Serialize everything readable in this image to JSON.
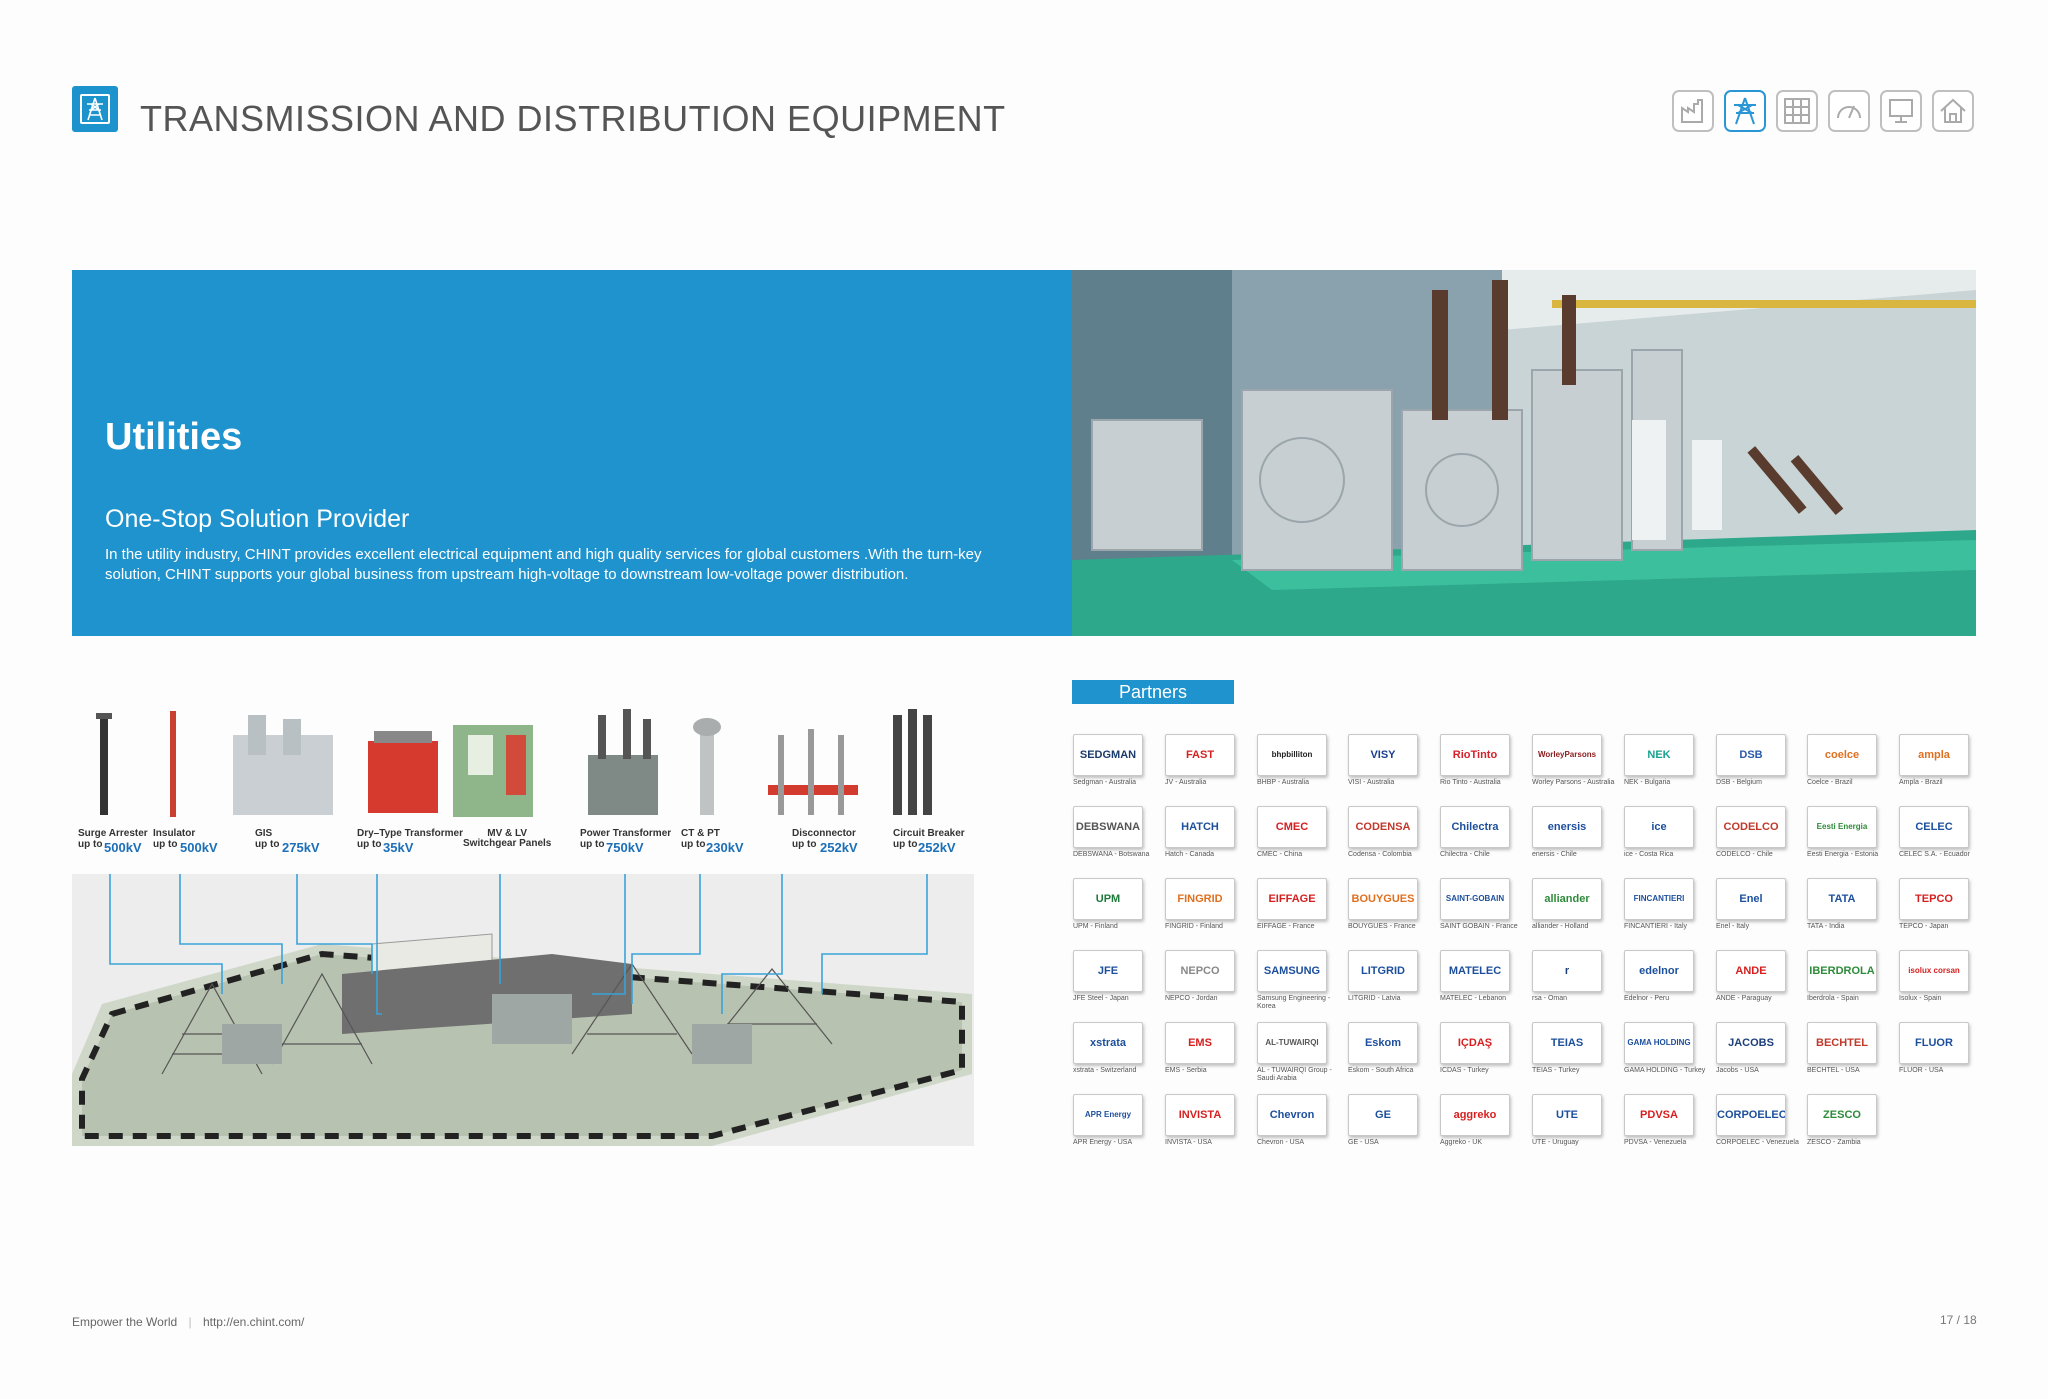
{
  "header": {
    "title": "TRANSMISSION AND DISTRIBUTION EQUIPMENT",
    "icon": "transmission-tower-icon",
    "nav_icons": [
      "factory-icon",
      "transmission-tower-icon",
      "grid-panel-icon",
      "gauge-icon",
      "monitor-icon",
      "home-icon"
    ],
    "accent_color": "#1e93cd"
  },
  "banner": {
    "title": "Utilities",
    "subtitle": "One-Stop Solution Provider",
    "description": "In the utility industry, CHINT provides excellent electrical equipment and high quality services for global customers .With the turn-key solution, CHINT supports your global business from upstream high-voltage to downstream low-voltage power distribution."
  },
  "equipment": [
    {
      "name": "Surge Arrester",
      "upto": "up to",
      "value": "500kV"
    },
    {
      "name": "Insulator",
      "upto": "up to",
      "value": "500kV"
    },
    {
      "name": "GIS",
      "upto": "up to",
      "value": "275kV"
    },
    {
      "name": "Dry–Type Transformer",
      "upto": "up to",
      "value": "35kV"
    },
    {
      "name": "MV & LV\nSwitchgear Panels",
      "upto": "",
      "value": ""
    },
    {
      "name": "Power Transformer",
      "upto": "up to",
      "value": "750kV"
    },
    {
      "name": "CT & PT",
      "upto": "up to",
      "value": "230kV"
    },
    {
      "name": "Disconnector",
      "upto": "up to",
      "value": "252kV"
    },
    {
      "name": "Circuit Breaker",
      "upto": "up to",
      "value": "252kV"
    }
  ],
  "partners": {
    "label": "Partners",
    "items": [
      {
        "logo": "SEDGMAN",
        "caption": "Sedgman - Australia",
        "color": "#1a3a6b"
      },
      {
        "logo": "FAST",
        "caption": "JV - Australia",
        "color": "#d62020"
      },
      {
        "logo": "bhpbilliton",
        "caption": "BHBP - Australia",
        "color": "#222222"
      },
      {
        "logo": "VISY",
        "caption": "VISI - Australia",
        "color": "#1b3f8f"
      },
      {
        "logo": "RioTinto",
        "caption": "Rio Tinto - Australia",
        "color": "#d6202a"
      },
      {
        "logo": "WorleyParsons",
        "caption": "Worley Parsons - Australia",
        "color": "#8a1c1c"
      },
      {
        "logo": "NEK",
        "caption": "NEK - Bulgaria",
        "color": "#17a28f"
      },
      {
        "logo": "DSB",
        "caption": "DSB - Belgium",
        "color": "#2a5aa8"
      },
      {
        "logo": "coelce",
        "caption": "Coelce - Brazil",
        "color": "#e07020"
      },
      {
        "logo": "ampla",
        "caption": "Ampla - Brazil",
        "color": "#e07020"
      },
      {
        "logo": "DEBSWANA",
        "caption": "DEBSWANA - Botswana",
        "color": "#555555"
      },
      {
        "logo": "HATCH",
        "caption": "Hatch - Canada",
        "color": "#1d4f9c"
      },
      {
        "logo": "CMEC",
        "caption": "CMEC - China",
        "color": "#d62020"
      },
      {
        "logo": "CODENSA",
        "caption": "Codensa - Colombia",
        "color": "#c0392b"
      },
      {
        "logo": "Chilectra",
        "caption": "Chilectra - Chile",
        "color": "#1d4f9c"
      },
      {
        "logo": "enersis",
        "caption": "enersis - Chile",
        "color": "#1d4f9c"
      },
      {
        "logo": "ice",
        "caption": "ice - Costa Rica",
        "color": "#1d4f9c"
      },
      {
        "logo": "CODELCO",
        "caption": "CODELCO - Chile",
        "color": "#c0392b"
      },
      {
        "logo": "Eesti Energia",
        "caption": "Eesti Energia - Estonia",
        "color": "#2e8b3a"
      },
      {
        "logo": "CELEC",
        "caption": "CELEC S.A. - Ecuador",
        "color": "#1d4f9c"
      },
      {
        "logo": "UPM",
        "caption": "UPM - Finland",
        "color": "#1d7a3a"
      },
      {
        "logo": "FINGRID",
        "caption": "FINGRID - Finland",
        "color": "#e07020"
      },
      {
        "logo": "EIFFAGE",
        "caption": "EIFFAGE - France",
        "color": "#d62020"
      },
      {
        "logo": "BOUYGUES",
        "caption": "BOUYGUES - France",
        "color": "#e07020"
      },
      {
        "logo": "SAINT-GOBAIN",
        "caption": "SAINT GOBAIN - France",
        "color": "#1d4f9c"
      },
      {
        "logo": "alliander",
        "caption": "alliander - Holland",
        "color": "#2e8b3a"
      },
      {
        "logo": "FINCANTIERI",
        "caption": "FINCANTIERI - Italy",
        "color": "#1d4f9c"
      },
      {
        "logo": "Enel",
        "caption": "Enel - Italy",
        "color": "#1d4f9c"
      },
      {
        "logo": "TATA",
        "caption": "TATA - India",
        "color": "#1d4f9c"
      },
      {
        "logo": "TEPCO",
        "caption": "TEPCO - Japan",
        "color": "#d62020"
      },
      {
        "logo": "JFE",
        "caption": "JFE Steel - Japan",
        "color": "#1d4f9c"
      },
      {
        "logo": "NEPCO",
        "caption": "NEPCO - Jordan",
        "color": "#888888"
      },
      {
        "logo": "SAMSUNG",
        "caption": "Samsung Engineering - Korea",
        "color": "#1d4f9c"
      },
      {
        "logo": "LITGRID",
        "caption": "LITGRID - Latvia",
        "color": "#1d4f9c"
      },
      {
        "logo": "MATELEC",
        "caption": "MATELEC - Lebanon",
        "color": "#1d4f9c"
      },
      {
        "logo": "r",
        "caption": "rsa - Oman",
        "color": "#1d3f7a"
      },
      {
        "logo": "edelnor",
        "caption": "Edelnor - Peru",
        "color": "#1d4f9c"
      },
      {
        "logo": "ANDE",
        "caption": "ANDE - Paraguay",
        "color": "#d62020"
      },
      {
        "logo": "IBERDROLA",
        "caption": "Iberdrola - Spain",
        "color": "#2e8b3a"
      },
      {
        "logo": "isolux corsan",
        "caption": "Isolux - Spain",
        "color": "#d62020"
      },
      {
        "logo": "xstrata",
        "caption": "xstrata - Switzerland",
        "color": "#1d4f9c"
      },
      {
        "logo": "EMS",
        "caption": "EMS - Serbia",
        "color": "#d62020"
      },
      {
        "logo": "AL-TUWAIRQI",
        "caption": "AL - TUWAIRQI Group - Saudi Arabia",
        "color": "#555555"
      },
      {
        "logo": "Eskom",
        "caption": "Eskom - South Africa",
        "color": "#1d4f9c"
      },
      {
        "logo": "IÇDAŞ",
        "caption": "ICDAS - Turkey",
        "color": "#d62020"
      },
      {
        "logo": "TEIAS",
        "caption": "TEIAS - Turkey",
        "color": "#1d4f9c"
      },
      {
        "logo": "GAMA HOLDING",
        "caption": "GAMA HOLDING - Turkey",
        "color": "#1d4f9c"
      },
      {
        "logo": "JACOBS",
        "caption": "Jacobs - USA",
        "color": "#1d3f7a"
      },
      {
        "logo": "BECHTEL",
        "caption": "BECHTEL - USA",
        "color": "#c0392b"
      },
      {
        "logo": "FLUOR",
        "caption": "FLUOR - USA",
        "color": "#1d4f9c"
      },
      {
        "logo": "APR Energy",
        "caption": "APR Energy - USA",
        "color": "#1d4f9c"
      },
      {
        "logo": "INVISTA",
        "caption": "INVISTA - USA",
        "color": "#d62020"
      },
      {
        "logo": "Chevron",
        "caption": "Chevron - USA",
        "color": "#1d4f9c"
      },
      {
        "logo": "GE",
        "caption": "GE - USA",
        "color": "#1d4f9c"
      },
      {
        "logo": "aggreko",
        "caption": "Aggreko - UK",
        "color": "#d62020"
      },
      {
        "logo": "UTE",
        "caption": "UTE - Uruguay",
        "color": "#1d4f9c"
      },
      {
        "logo": "PDVSA",
        "caption": "PDVSA - Venezuela",
        "color": "#d62020"
      },
      {
        "logo": "CORPOELEC",
        "caption": "CORPOELEC - Venezuela",
        "color": "#1d4f9c"
      },
      {
        "logo": "ZESCO",
        "caption": "ZESCO - Zambia",
        "color": "#2e8b3a"
      }
    ]
  },
  "footer": {
    "tagline": "Empower the World",
    "separator": "|",
    "url": "http://en.chint.com/",
    "page": "17 / 18"
  }
}
